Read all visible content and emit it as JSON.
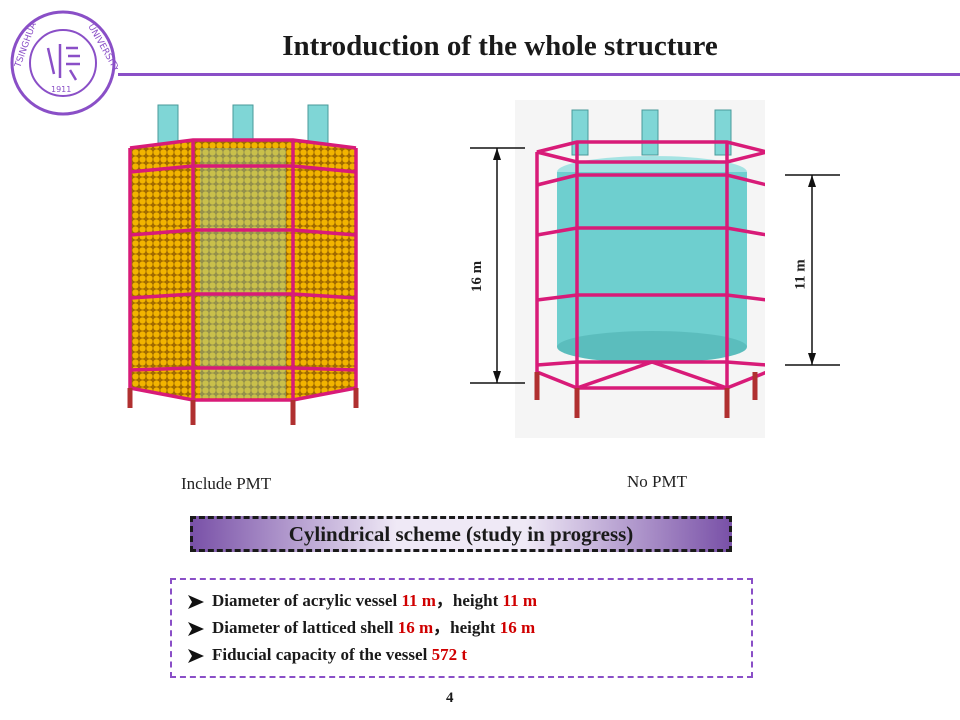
{
  "header": {
    "title": "Introduction of the whole structure",
    "logo_text": [
      "TSINGHUA",
      "UNIVERSITY",
      "1911"
    ]
  },
  "figures": {
    "left_caption": "Include PMT",
    "right_caption": "No PMT",
    "dim_outer": "16 m",
    "dim_inner": "11 m"
  },
  "scheme_label": "Cylindrical scheme (study in progress)",
  "bullets": [
    {
      "prefix": "Diameter of  acrylic vessel ",
      "v1": "11 m",
      "mid": "，height ",
      "v2": "11 m"
    },
    {
      "prefix": "Diameter of latticed shell ",
      "v1": "16 m",
      "mid": "，height ",
      "v2": "16 m"
    },
    {
      "prefix": "Fiducial capacity of the vessel ",
      "v1": "572 t",
      "mid": "",
      "v2": ""
    }
  ],
  "page_number": "4",
  "colors": {
    "accent": "#8a4fc7",
    "frame": "#d81b78",
    "pmt": "#e0a800",
    "vessel": "#6ecfcf",
    "highlight": "#d00000"
  }
}
